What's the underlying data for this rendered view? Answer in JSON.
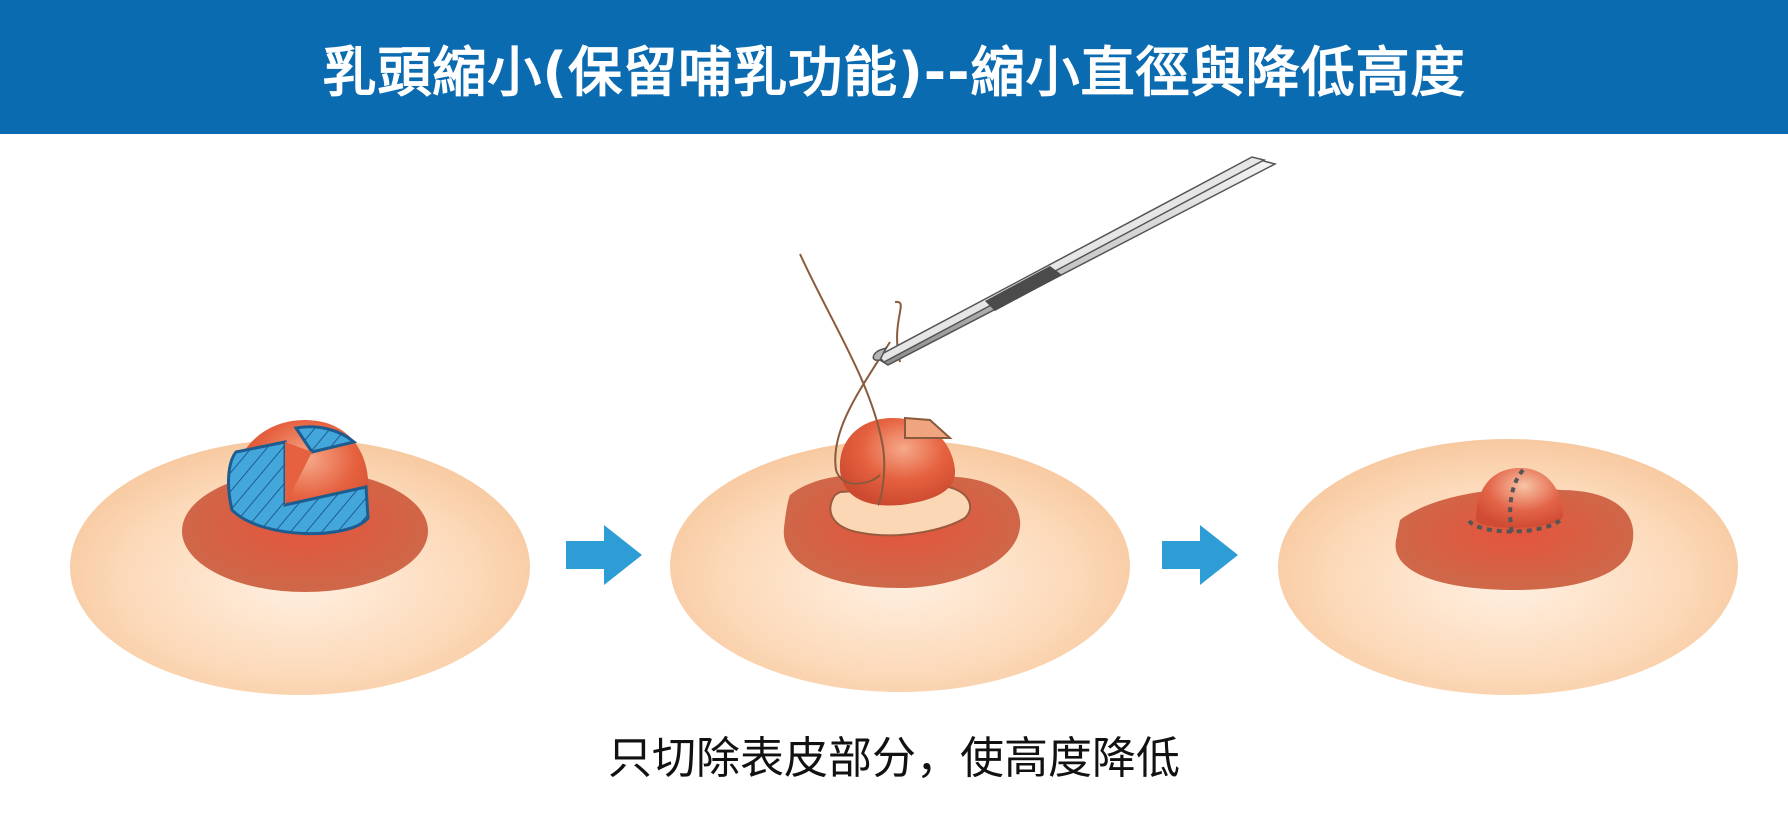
{
  "header": {
    "title": "乳頭縮小(保留哺乳功能)--縮小直徑與降低高度"
  },
  "caption": "只切除表皮部分，使高度降低",
  "colors": {
    "header_bg": "#0b6bb0",
    "skin": "#fbd2ac",
    "areola": "#d2573f",
    "nipple": "#e56648",
    "excised_region": "#3fa4d9",
    "arrow": "#2e9dd6",
    "suture": "#8a5a3c"
  },
  "steps": [
    {
      "name": "mark-excision",
      "icon": "nipple-marked-wedge-icon"
    },
    {
      "name": "suture-closure",
      "icon": "forceps-suture-icon"
    },
    {
      "name": "reduced-result",
      "icon": "nipple-reduced-icon"
    }
  ]
}
